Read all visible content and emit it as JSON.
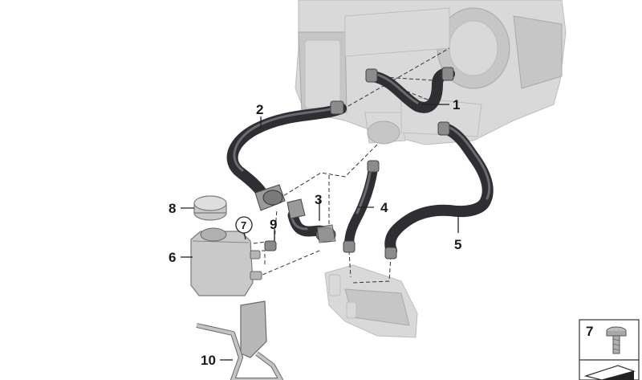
{
  "callouts": {
    "c1": "1",
    "c2": "2",
    "c3": "3",
    "c4": "4",
    "c5": "5",
    "c6": "6",
    "c7": "7",
    "c8": "8",
    "c9": "9",
    "c10": "10"
  },
  "inset": {
    "label": "7"
  },
  "colors": {
    "hose": "#2e2e33",
    "ghost_engine": "#d9d9d9",
    "part_gray": "#c9c9c9",
    "line": "#222222"
  }
}
